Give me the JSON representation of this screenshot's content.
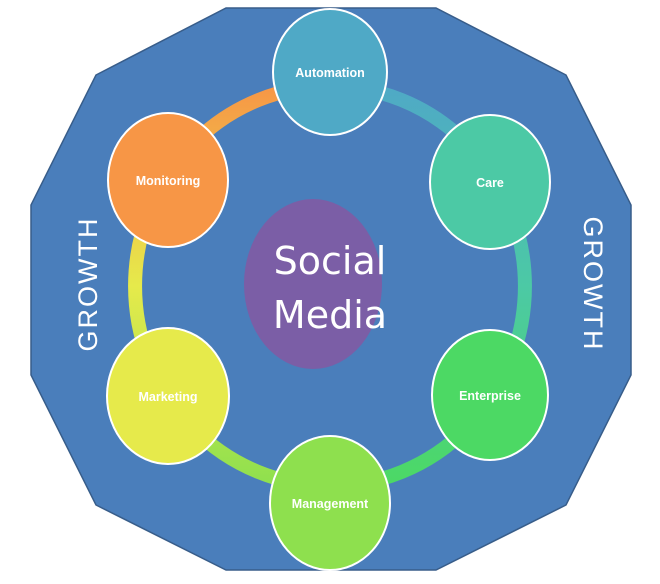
{
  "diagram": {
    "center": {
      "lines": [
        "Social",
        "Media"
      ],
      "fill": "#7B5EA6"
    },
    "side_labels": {
      "left": "GROWTH",
      "right": "GROWTH"
    },
    "nodes": [
      {
        "label": "Automation",
        "fill": "#4FA9C6"
      },
      {
        "label": "Care",
        "fill": "#4CC9A5"
      },
      {
        "label": "Enterprise",
        "fill": "#4CD964"
      },
      {
        "label": "Management",
        "fill": "#8EE04E"
      },
      {
        "label": "Marketing",
        "fill": "#E6EA4B"
      },
      {
        "label": "Monitoring",
        "fill": "#F79646"
      }
    ],
    "colors": {
      "background": "#4A7EBB",
      "background_border": "#385D8A"
    }
  }
}
